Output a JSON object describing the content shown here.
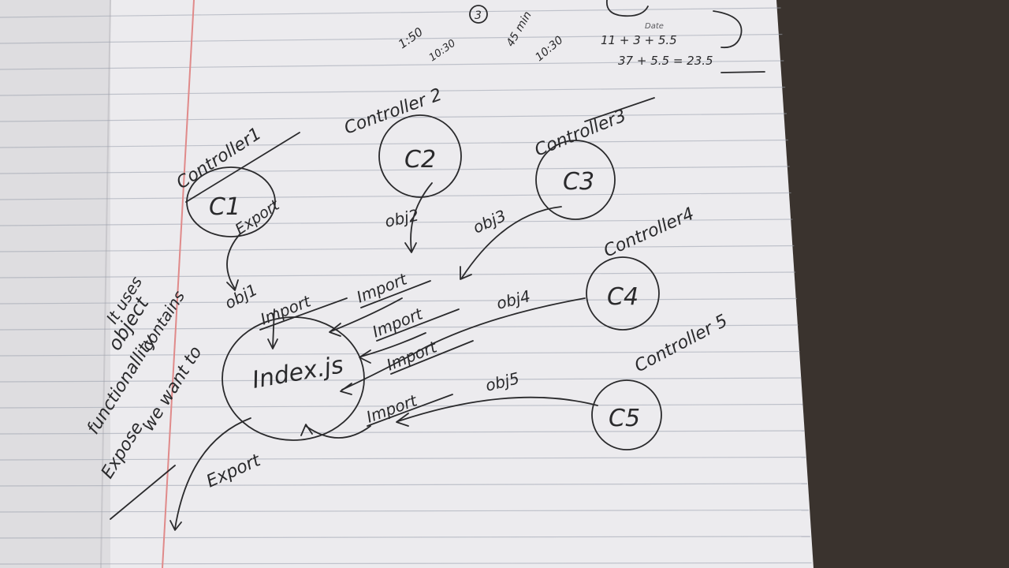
{
  "colors": {
    "paper": "#ecebee",
    "rule_line": "#9aa0ad",
    "margin_line": "#e08a8a",
    "ink": "#2a2a2c",
    "desk": "#3a332e"
  },
  "controllers": [
    {
      "label": "Controller1",
      "node": "C1",
      "export_label": "Export",
      "object_label": "obj1"
    },
    {
      "label": "Controller 2",
      "node": "C2",
      "object_label": "obj2"
    },
    {
      "label": "Controller3",
      "node": "C3",
      "object_label": "obj3"
    },
    {
      "label": "Controller4",
      "node": "C4",
      "object_label": "obj4"
    },
    {
      "label": "Controller 5",
      "node": "C5",
      "object_label": "obj5"
    }
  ],
  "index": {
    "label": "Index.js",
    "import_labels": [
      "Import",
      "Import",
      "Import",
      "Import",
      "Import"
    ],
    "export_label": "Export"
  },
  "side_note": {
    "lines": [
      "It uses",
      "object",
      "contains",
      "functionallity",
      "we want to",
      "Expose."
    ]
  },
  "corner_notes": {
    "times": [
      "1:50",
      "10:30",
      "45 min",
      "10:30"
    ],
    "sums": [
      "11 + 3 + 5.5",
      "37 + 5.5 = 23.5"
    ],
    "date_label": "Date",
    "circled": "3"
  }
}
